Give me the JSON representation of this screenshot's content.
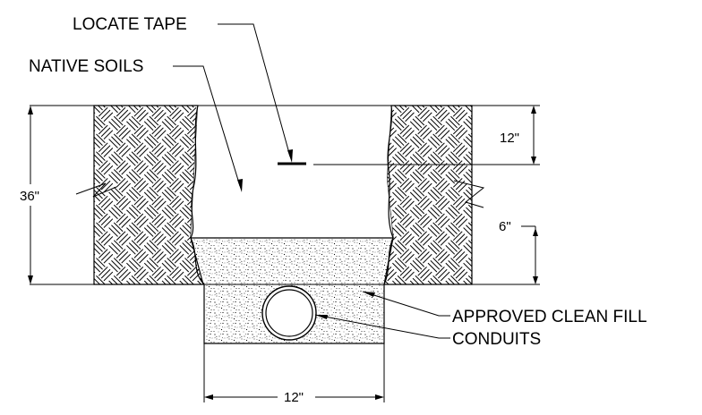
{
  "labels": {
    "locate_tape": "LOCATE TAPE",
    "native_soils": "NATIVE SOILS",
    "approved_clean_fill": "APPROVED CLEAN FILL",
    "conduits": "CONDUITS"
  },
  "dimensions": {
    "total_depth": "36\"",
    "tape_depth": "12\"",
    "fill_depth": "6\"",
    "trench_width": "12\""
  }
}
